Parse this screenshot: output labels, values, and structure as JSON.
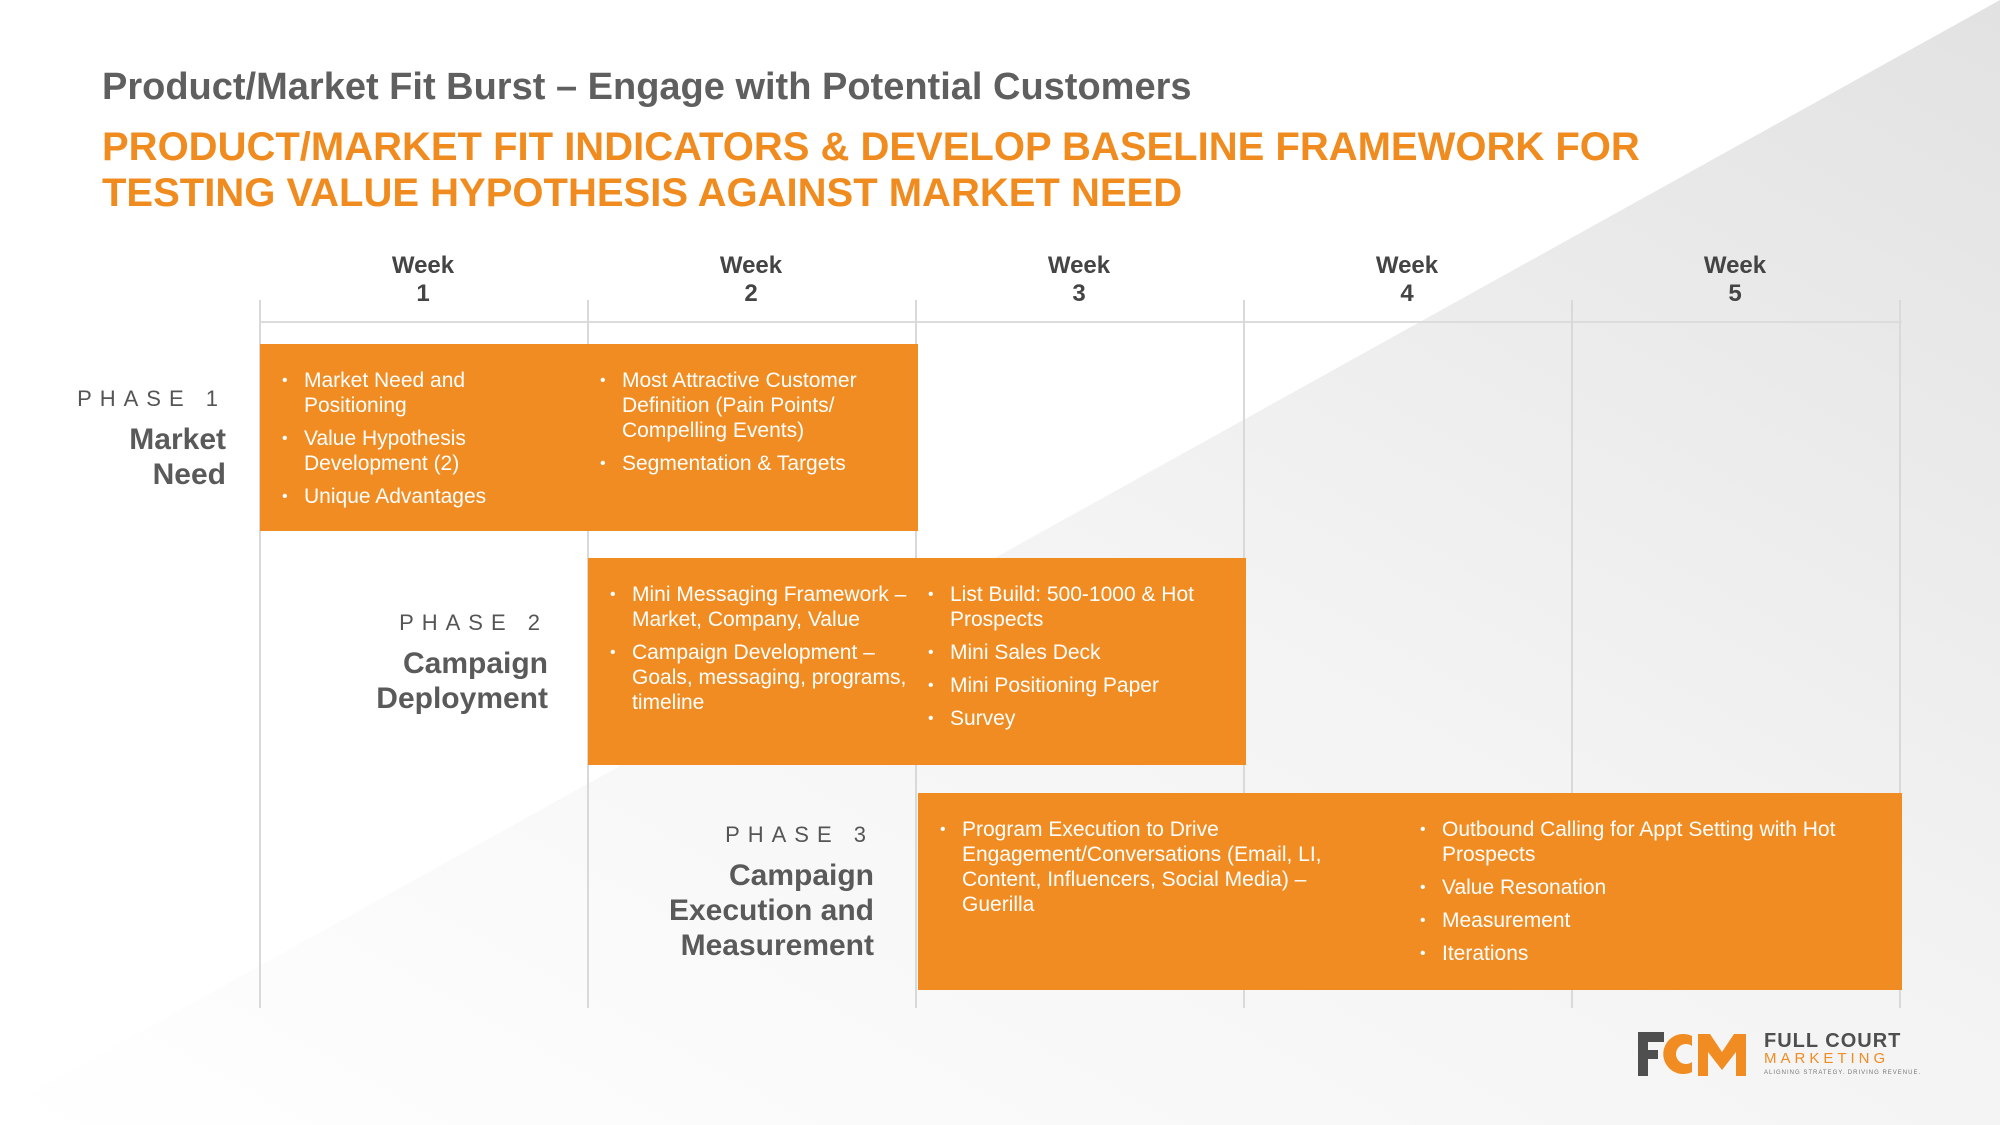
{
  "header": {
    "title": "Product/Market Fit Burst – Engage with Potential Customers",
    "subtitle": "PRODUCT/MARKET FIT INDICATORS & DEVELOP BASELINE FRAMEWORK FOR TESTING VALUE HYPOTHESIS AGAINST MARKET NEED"
  },
  "weeks": [
    {
      "label": "Week",
      "number": "1"
    },
    {
      "label": "Week",
      "number": "2"
    },
    {
      "label": "Week",
      "number": "3"
    },
    {
      "label": "Week",
      "number": "4"
    },
    {
      "label": "Week",
      "number": "5"
    }
  ],
  "phases": [
    {
      "number": "PHASE 1",
      "name_lines": [
        "Market",
        "Need"
      ],
      "columns": [
        [
          "Market Need and Positioning",
          "Value Hypothesis Development (2)",
          "Unique Advantages"
        ],
        [
          "Most Attractive Customer Definition (Pain Points/ Compelling Events)",
          "Segmentation & Targets"
        ]
      ]
    },
    {
      "number": "PHASE 2",
      "name_lines": [
        "Campaign",
        "Deployment"
      ],
      "columns": [
        [
          "Mini Messaging Framework – Market, Company, Value",
          "Campaign Development – Goals, messaging, programs, timeline"
        ],
        [
          "List Build:  500-1000 & Hot Prospects",
          "Mini Sales Deck",
          "Mini Positioning Paper",
          "Survey"
        ]
      ]
    },
    {
      "number": "PHASE 3",
      "name_lines": [
        "Campaign",
        "Execution and",
        "Measurement"
      ],
      "columns": [
        [
          "Program Execution to Drive Engagement/Conversations (Email, LI, Content, Influencers, Social Media) – Guerilla"
        ],
        [
          "Outbound Calling for Appt Setting with Hot Prospects",
          "Value Resonation",
          "Measurement",
          "Iterations"
        ]
      ]
    }
  ],
  "logo": {
    "line1": "FULL COURT",
    "line2": "MARKETING",
    "tagline": "ALIGNING STRATEGY. DRIVING REVENUE."
  },
  "colors": {
    "accent": "#f08c22",
    "title_gray": "#5f5f5f"
  }
}
